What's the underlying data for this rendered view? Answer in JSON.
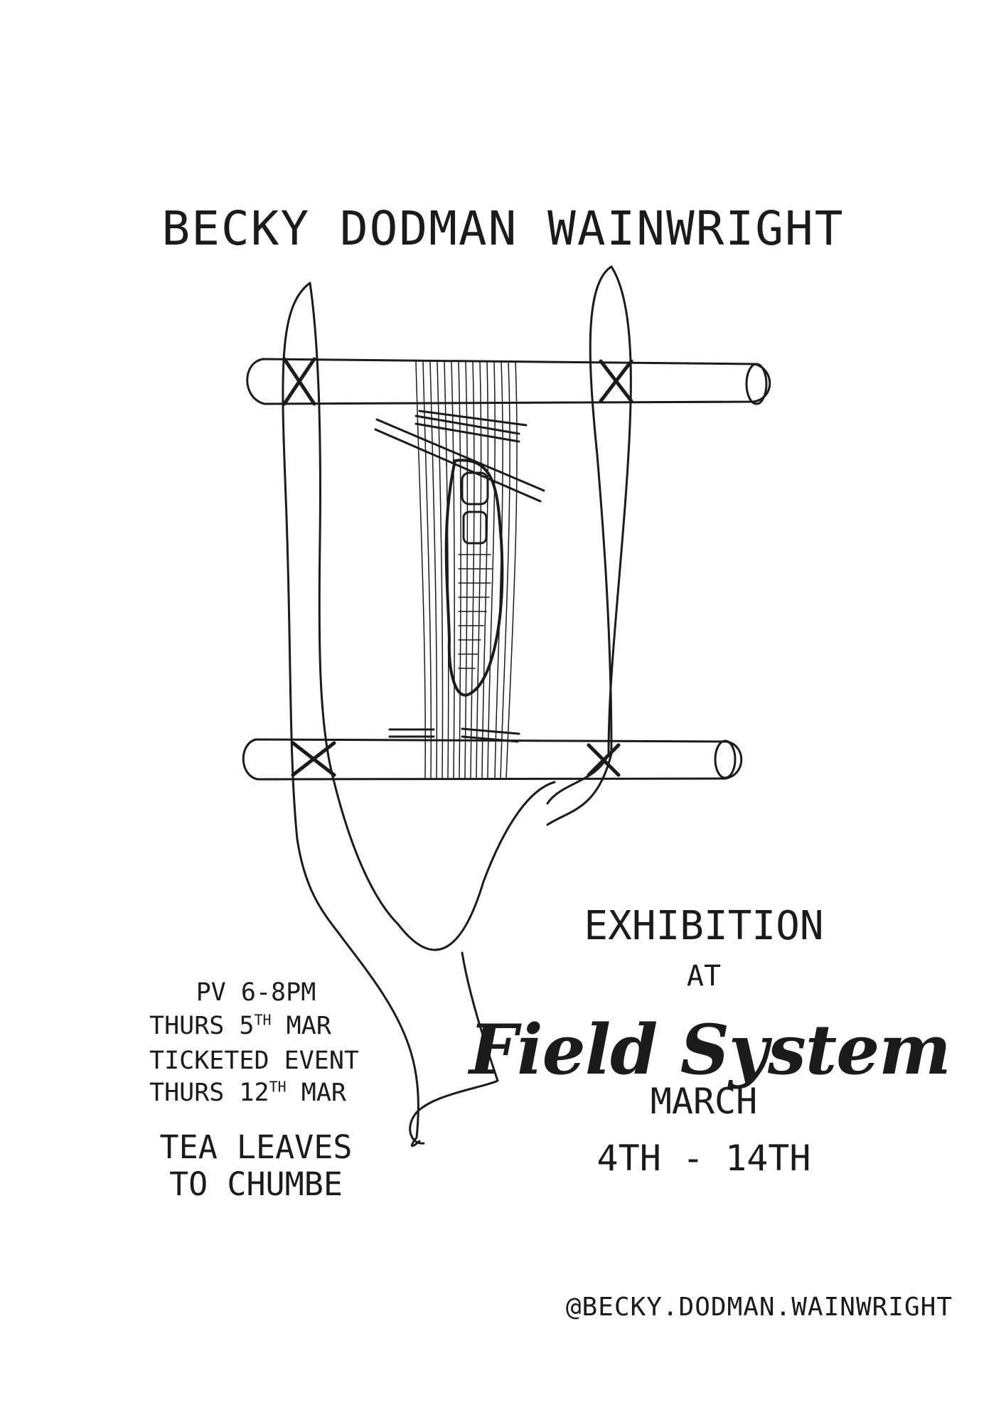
{
  "poster": {
    "artist": "BECKY DODMAN WAINWRIGHT",
    "pv_line1": "PV 6-8PM",
    "pv_day": "THURS 5",
    "pv_sup": "TH",
    "pv_month": " MAR",
    "ticket_line1": "TICKETED EVENT",
    "ticket_day": "THURS 12",
    "ticket_sup": "TH",
    "ticket_month": " MAR",
    "work_line1": "TEA LEAVES",
    "work_line2": "TO CHUMBE",
    "exhibition": "EXHIBITION",
    "at": "AT",
    "venue": "Field System",
    "month": "MARCH",
    "dates": "4TH - 14TH",
    "handle": "@BECKY.DODMAN.WAINWRIGHT"
  },
  "illustration": {
    "subject": "backstrap loom line drawing",
    "stroke_color": "#1b1b1b",
    "background_color": "#ffffff"
  }
}
